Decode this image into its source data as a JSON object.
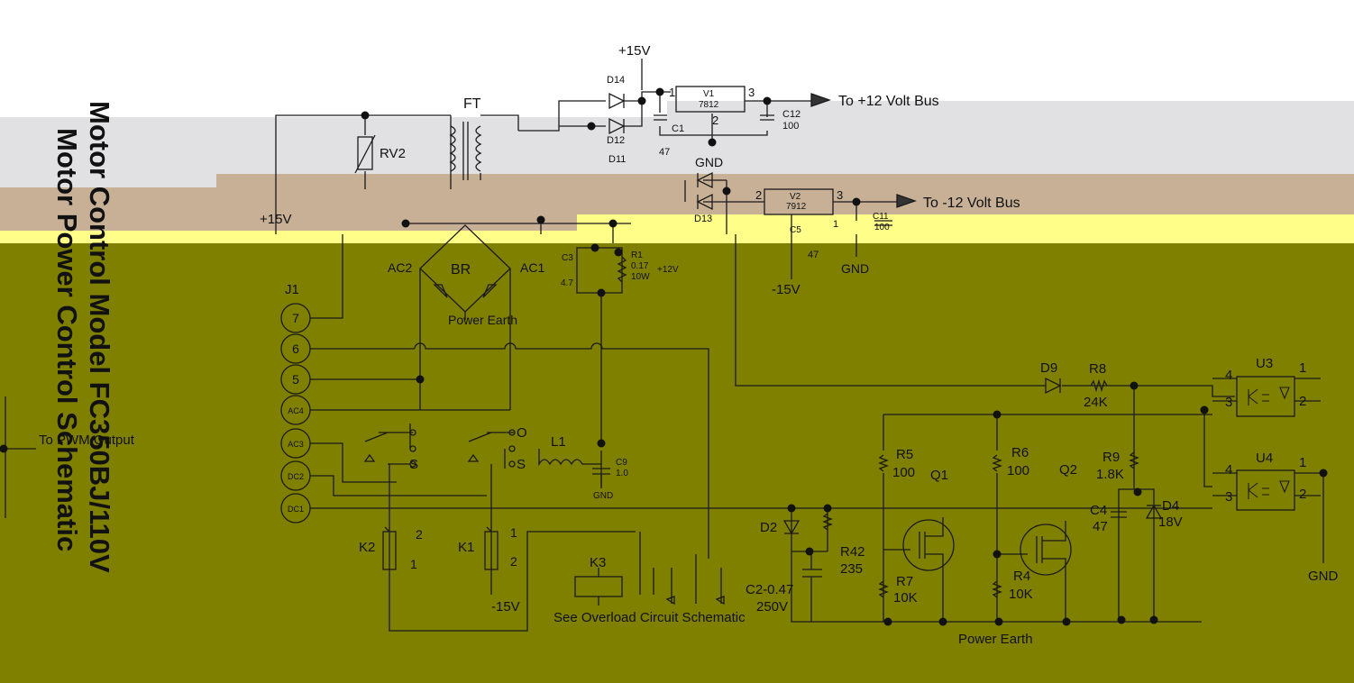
{
  "labels": {
    "title_line1": "Motor Control Model FC350BJ/110V",
    "title_line2": "Motor Power Control Schematic",
    "ft": "FT",
    "rv2": "RV2",
    "plus15_top": "+15V",
    "plus15_left": "+15V",
    "minus15": "-15V",
    "minus15_k": "-15V",
    "to_plus12": "To +12 Volt Bus",
    "to_minus12": "To -12 Volt Bus",
    "v1": "V1",
    "v1_part": "7812",
    "v2": "V2",
    "v2_part": "7912",
    "c1": "C1",
    "c1_val": "47",
    "c12": "C12",
    "c12_val": "100",
    "c11": "C11",
    "c11_val": "100",
    "c5": "C5",
    "c5_val": "47",
    "gnd_top": "GND",
    "gnd_mid": "GND",
    "gnd_right": "GND",
    "gnd_c9": "GND",
    "d14": "D14",
    "d12": "D12",
    "d11": "D11",
    "d13": "D13",
    "pin1a": "1",
    "pin3a": "3",
    "pin2a": "2",
    "pin2b": "2",
    "pin3b": "3",
    "pin1b": "1",
    "br": "BR",
    "ac1": "AC1",
    "ac2": "AC2",
    "power_earth_br": "Power Earth",
    "c3": "C3",
    "c3_val": "4.7",
    "r1": "R1",
    "r1_val": "0.17",
    "r1_w": "10W",
    "plus12": "+12V",
    "j1": "J1",
    "j1_pins": [
      "7",
      "6",
      "5",
      "AC4",
      "AC3",
      "DC2",
      "DC1"
    ],
    "to_pwm": "To PWM Output",
    "l1": "L1",
    "c9": "C9",
    "c9_val": "1.0",
    "relay_o": "O",
    "relay_s1": "S",
    "relay_s2": "S",
    "k1": "K1",
    "k2": "K2",
    "k3": "K3",
    "k1_p1": "1",
    "k1_p2": "2",
    "k2_p2": "2",
    "k2_p1": "1",
    "see_overload": "See Overload Circuit Schematic",
    "d2": "D2",
    "r42": "R42",
    "r42_val": "235",
    "c2": "C2-0.47",
    "c2_v": "250V",
    "r5": "R5",
    "r5_val": "100",
    "r6": "R6",
    "r6_val": "100",
    "r7": "R7",
    "r7_val": "10K",
    "r4": "R4",
    "r4_val": "10K",
    "q1": "Q1",
    "q2": "Q2",
    "power_earth_bottom": "Power Earth",
    "d9": "D9",
    "r8": "R8",
    "r8_val": "24K",
    "r9": "R9",
    "r9_val": "1.8K",
    "c4": "C4",
    "c4_val": "47",
    "d4": "D4",
    "d4_val": "18V",
    "u3": "U3",
    "u4": "U4",
    "u_pin4": "4",
    "u_pin3": "3",
    "u_pin1": "1",
    "u_pin2": "2"
  }
}
